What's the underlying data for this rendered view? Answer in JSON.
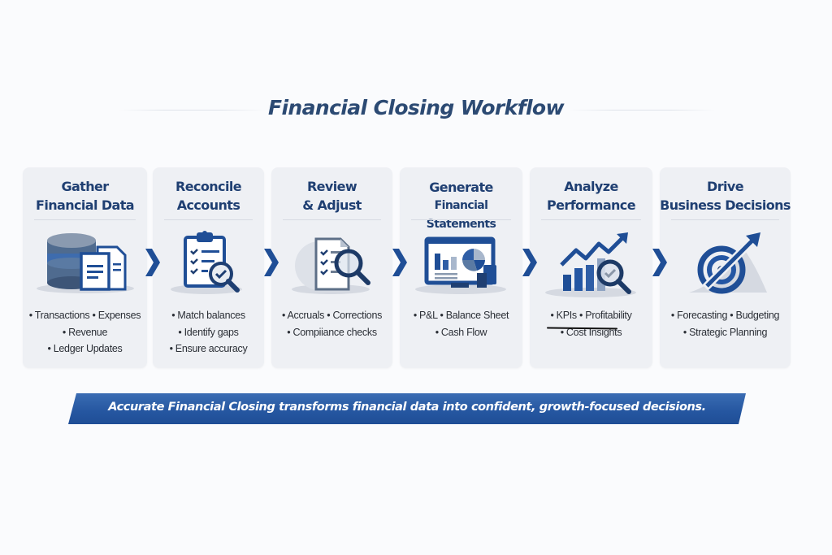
{
  "title": "Financial Closing Workflow",
  "colors": {
    "primary": "#1f4e96",
    "title": "#2c4a73",
    "card_bg": "#eef0f4",
    "background": "#fafbfd",
    "banner_text": "#ffffff"
  },
  "steps": [
    {
      "title_line1": "Gather",
      "title_line2": "Financial Data",
      "icon": "database-documents-icon",
      "bullets": [
        "• Transactions • Expenses",
        "• Revenue",
        "• Ledger Updates"
      ]
    },
    {
      "title_line1": "Reconcile",
      "title_line2": "Accounts",
      "icon": "clipboard-check-magnifier-icon",
      "bullets": [
        "• Match balances",
        "• Identify gaps",
        "• Ensure accuracy"
      ]
    },
    {
      "title_line1": "Review",
      "title_line2": "& Adjust",
      "icon": "checklist-magnifier-icon",
      "bullets": [
        "• Accruals • Corrections",
        "• Compiiance checks"
      ]
    },
    {
      "title_line1": "Generate",
      "title_line2": "Financial Statements",
      "icon": "monitor-charts-icon",
      "bullets": [
        "• P&L • Balance Sheet",
        "• Cash Flow"
      ]
    },
    {
      "title_line1": "Analyze",
      "title_line2": "Performance",
      "icon": "growth-chart-magnifier-icon",
      "bullets": [
        "• KPIs • Profitability",
        "• Cost Insights"
      ]
    },
    {
      "title_line1": "Drive",
      "title_line2": "Business Decisions",
      "icon": "target-arrow-icon",
      "bullets": [
        "• Forecasting • Budgeting",
        "• Strategic Planning"
      ]
    }
  ],
  "connector_icon": "chevron-right-icon",
  "banner": {
    "text": "Accurate Financial Closing transforms financial data into confident, growth-focused decisions."
  }
}
